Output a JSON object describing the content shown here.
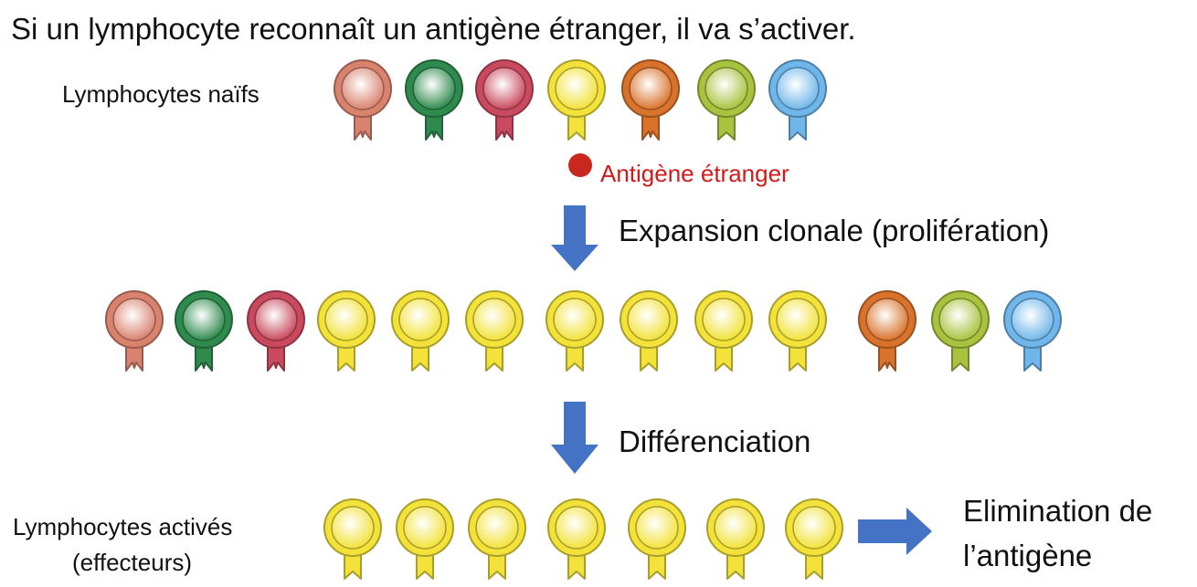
{
  "title": "Si un lymphocyte reconnaît un antigène étranger, il va s’activer.",
  "labels": {
    "naive": "Lymphocytes naïfs",
    "antigen": "Antigène étranger",
    "step1": "Expansion clonale (prolifération)",
    "step2": "Différenciation",
    "activated_line1": "Lymphocytes activés",
    "activated_line2": "(effecteurs)",
    "result_line1": "Elimination de",
    "result_line2": "l’antigène"
  },
  "colors": {
    "salmon": "#d9826e",
    "green": "#2f8a4e",
    "crimson": "#c94a5e",
    "yellow": "#f2e23a",
    "orange": "#d9732c",
    "lime": "#a9c23f",
    "blue": "#6fb6ea",
    "antigen": "#c8281e",
    "arrow": "#4472c4"
  },
  "rows": {
    "naive": [
      "salmon",
      "green",
      "crimson",
      "yellow",
      "orange",
      "lime",
      "blue"
    ],
    "expanded": [
      "salmon",
      "green",
      "crimson",
      "yellow",
      "yellow",
      "yellow",
      "yellow",
      "yellow",
      "yellow",
      "yellow",
      "orange",
      "lime",
      "blue"
    ],
    "activated": [
      "yellow",
      "yellow",
      "yellow",
      "yellow",
      "yellow",
      "yellow",
      "yellow"
    ]
  }
}
